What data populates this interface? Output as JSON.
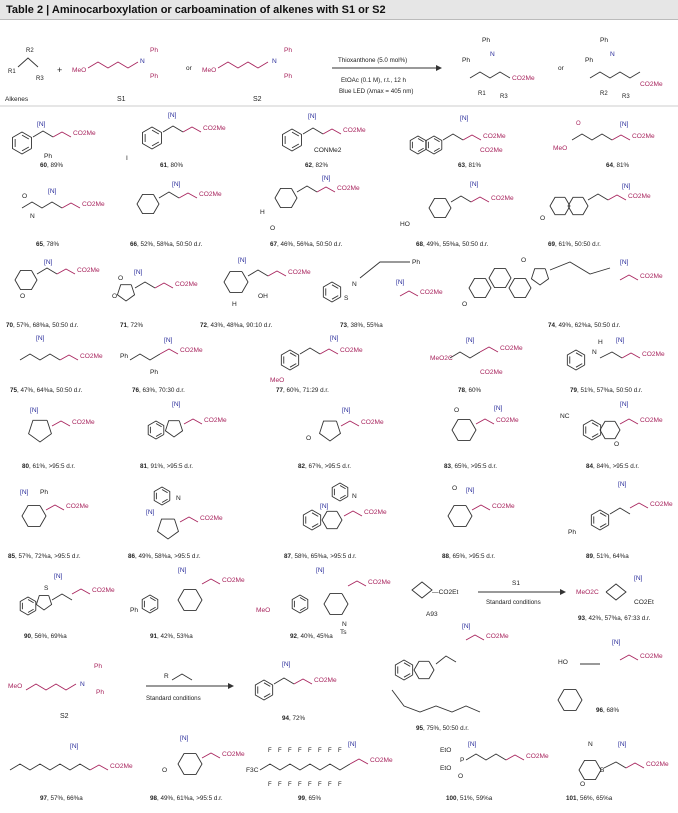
{
  "table_title": {
    "prefix": "Table 2 |",
    "text": "Aminocarboxylation or carboamination of alkenes with S1 or S2"
  },
  "scheme": {
    "reagents": [
      "Alkenes",
      "S1",
      "S2"
    ],
    "or_label": "or",
    "plus_label": "+",
    "conditions": [
      "Thioxanthone (5.0 mol%)",
      "EtOAc (0.1 M), r.t., 12 h",
      "Blue LED (λmax = 405 nm)"
    ]
  },
  "fragments": {
    "n": "[N]",
    "co2me": "CO2Me",
    "meo": "MeO",
    "ph": "Ph",
    "r1": "R1",
    "r2": "R2",
    "r3": "R3",
    "co2et": "CO2Et",
    "conme2": "CONMe2",
    "ho": "HO",
    "h": "H",
    "ts": "Ts",
    "nc": "NC",
    "meo2c": "MeO2C",
    "eto": "EtO",
    "n_atom": "N",
    "b_atom": "B",
    "o_atom": "O",
    "s_atom": "S",
    "p_atom": "P",
    "f_atom": "F",
    "f3c": "F3C"
  },
  "entries": [
    {
      "id": "60",
      "result": "89%"
    },
    {
      "id": "61",
      "result": "80%"
    },
    {
      "id": "62",
      "result": "82%"
    },
    {
      "id": "63",
      "result": "81%"
    },
    {
      "id": "64",
      "result": "81%"
    },
    {
      "id": "65",
      "result": "78%"
    },
    {
      "id": "66",
      "result": "52%, 58%a, 50:50 d.r."
    },
    {
      "id": "67",
      "result": "46%, 56%a, 50:50 d.r."
    },
    {
      "id": "68",
      "result": "49%, 55%a, 50:50 d.r."
    },
    {
      "id": "69",
      "result": "61%, 50:50 d.r."
    },
    {
      "id": "70",
      "result": "57%, 68%a, 50:50 d.r."
    },
    {
      "id": "71",
      "result": "72%"
    },
    {
      "id": "72",
      "result": "43%, 48%a, 90:10 d.r."
    },
    {
      "id": "73",
      "result": "38%, 55%a"
    },
    {
      "id": "74",
      "result": "49%, 62%a, 50:50 d.r."
    },
    {
      "id": "75",
      "result": "47%, 64%a, 50:50 d.r."
    },
    {
      "id": "76",
      "result": "63%, 70:30 d.r."
    },
    {
      "id": "77",
      "result": "60%, 71:29 d.r."
    },
    {
      "id": "78",
      "result": "60%"
    },
    {
      "id": "79",
      "result": "51%, 57%a, 50:50 d.r."
    },
    {
      "id": "80",
      "result": "61%, >95:5 d.r."
    },
    {
      "id": "81",
      "result": "91%, >95:5 d.r."
    },
    {
      "id": "82",
      "result": "67%, >95:5 d.r."
    },
    {
      "id": "83",
      "result": "65%, >95:5 d.r."
    },
    {
      "id": "84",
      "result": "84%, >95:5 d.r."
    },
    {
      "id": "85",
      "result": "57%, 72%a, >95:5 d.r."
    },
    {
      "id": "86",
      "result": "49%, 58%a, >95:5 d.r."
    },
    {
      "id": "87",
      "result": "58%, 65%a, >95:5 d.r."
    },
    {
      "id": "88",
      "result": "65%, >95:5 d.r."
    },
    {
      "id": "89",
      "result": "51%, 64%a"
    },
    {
      "id": "90",
      "result": "56%, 69%a"
    },
    {
      "id": "91",
      "result": "42%, 53%a"
    },
    {
      "id": "92",
      "result": "40%, 45%a"
    },
    {
      "id": "93",
      "result": "42%, 57%a, 67:33 d.r."
    },
    {
      "id": "94",
      "result": "72%"
    },
    {
      "id": "95",
      "result": "75%, 50:50 d.r."
    },
    {
      "id": "96",
      "result": "68%"
    },
    {
      "id": "97",
      "result": "57%, 66%a"
    },
    {
      "id": "98",
      "result": "49%, 61%a, >95:5 d.r."
    },
    {
      "id": "99",
      "result": "65%"
    },
    {
      "id": "100",
      "result": "51%, 59%a"
    },
    {
      "id": "101",
      "result": "56%, 65%a"
    }
  ],
  "a93": {
    "label": "A93",
    "reagent": "S1",
    "conditions": "Standard conditions"
  },
  "s2_reaction": {
    "label": "S2",
    "conditions": "Standard conditions",
    "r": "R"
  }
}
